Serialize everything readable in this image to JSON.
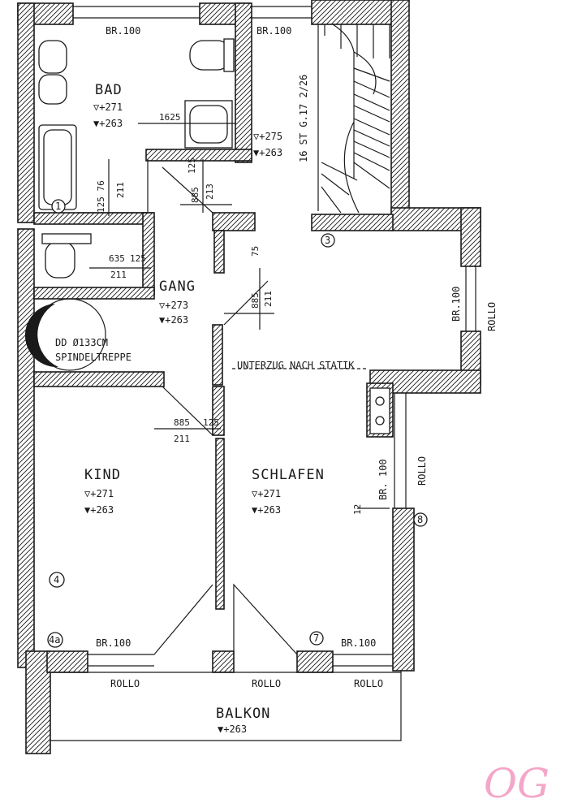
{
  "rooms": {
    "bad": {
      "name": "BAD",
      "level1": "▽+271",
      "level2": "▼+263"
    },
    "gang": {
      "name": "GANG",
      "level1": "▽+273",
      "level2": "▼+263"
    },
    "kind": {
      "name": "KIND",
      "level1": "▽+271",
      "level2": "▼+263"
    },
    "schlafen": {
      "name": "SCHLAFEN",
      "level1": "▽+271",
      "level2": "▼+263"
    },
    "balkon": {
      "name": "BALKON",
      "level1": "▼+263"
    },
    "wc_level": {
      "level1": "▽+275",
      "level2": "▼+263"
    }
  },
  "windows": {
    "bad_top": "BR.100",
    "wc_top": "BR.100",
    "right_upper": "BR.100",
    "right_lower": "BR. 100",
    "kind_bottom": "BR.100",
    "schlafen_bottom": "BR.100"
  },
  "rollo": {
    "right_upper": "ROLLO",
    "right_lower": "ROLLO",
    "bottom_left": "ROLLO",
    "bottom_mid": "ROLLO",
    "bottom_right": "ROLLO"
  },
  "stairs": {
    "main": "16 ST G.17 2/26",
    "spiral_line1": "DD Ø133CM",
    "spiral_line2": "SPINDELTREPPE"
  },
  "beam_note": "UNTERZUG NACH STATIK",
  "dimensions": {
    "d1625": "1625",
    "d125_76": "125 76",
    "d211_a": "211",
    "d885_a": "885",
    "d125_a": "125",
    "d213": "213",
    "d635": "635",
    "d125_b": "125",
    "d211_b": "211",
    "d75": "75",
    "d885_b": "885",
    "d211_c": "211",
    "d885_c": "885",
    "d125_c": "125",
    "d211_d": "211",
    "d12": "12"
  },
  "markers": {
    "m1": "1",
    "m3": "3",
    "m4": "4",
    "m4a": "4a",
    "m7": "7",
    "m8": "8"
  },
  "signature": "OG"
}
